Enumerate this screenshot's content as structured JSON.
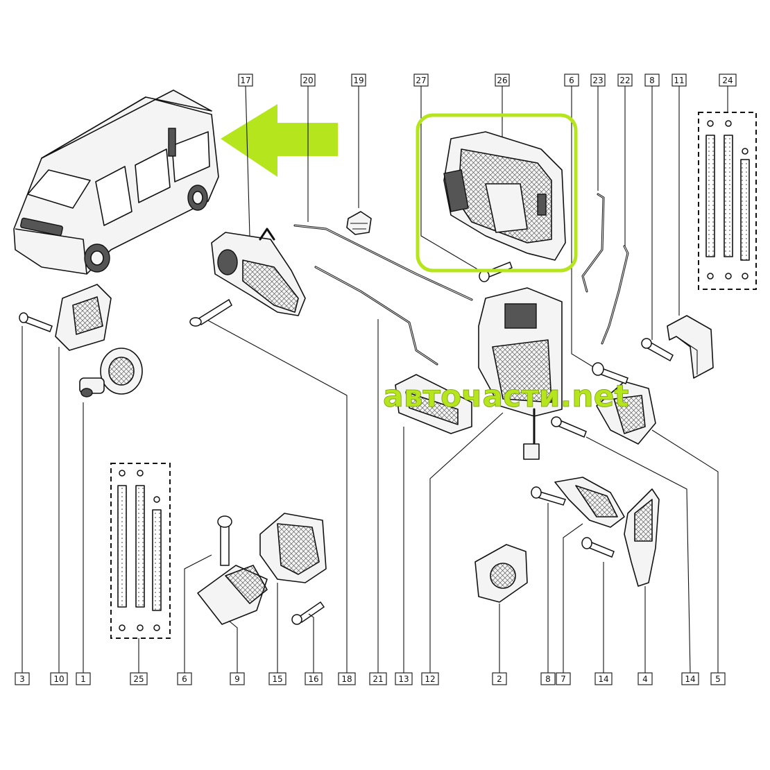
{
  "watermark": "авточасти.net",
  "top_callouts": [
    "17",
    "20",
    "19",
    "27",
    "26",
    "6",
    "23",
    "22",
    "8",
    "11",
    "24"
  ],
  "bottom_callouts": [
    "3",
    "10",
    "1",
    "25",
    "6",
    "9",
    "15",
    "16",
    "18",
    "21",
    "13",
    "12",
    "2",
    "8",
    "7",
    "14",
    "4",
    "14",
    "5"
  ],
  "colors": {
    "highlight": "#b5e61d",
    "line": "#111111",
    "background": "#ffffff"
  }
}
